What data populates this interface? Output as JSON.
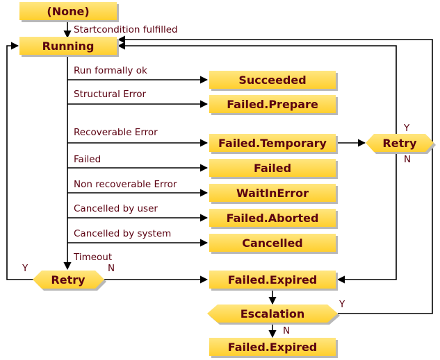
{
  "states": {
    "none": "(None)",
    "running": "Running",
    "succeeded": "Succeeded",
    "failed_prepare": "Failed.Prepare",
    "failed_temporary": "Failed.Temporary",
    "failed": "Failed",
    "waitinerror": "WaitInError",
    "failed_aborted": "Failed.Aborted",
    "cancelled": "Cancelled",
    "failed_expired_1": "Failed.Expired",
    "failed_expired_2": "Failed.Expired"
  },
  "decisions": {
    "retry_right": "Retry",
    "retry_left": "Retry",
    "escalation": "Escalation"
  },
  "edges": {
    "startcondition": "Startcondition fulfilled",
    "run_ok": "Run formally ok",
    "structural": "Structural Error",
    "recoverable": "Recoverable Error",
    "failed": "Failed",
    "nonrecoverable": "Non recoverable Error",
    "cancelled_user": "Cancelled by user",
    "cancelled_system": "Cancelled by system",
    "timeout": "Timeout"
  },
  "branch_labels": {
    "retry_right_yes": "Y",
    "retry_right_no": "N",
    "retry_left_yes": "Y",
    "retry_left_no": "N",
    "escalation_yes": "Y",
    "escalation_no": "N"
  },
  "colors": {
    "box_fill": "#ffd84a",
    "box_shadow": "#b8b8b8",
    "text": "#5a0010"
  }
}
